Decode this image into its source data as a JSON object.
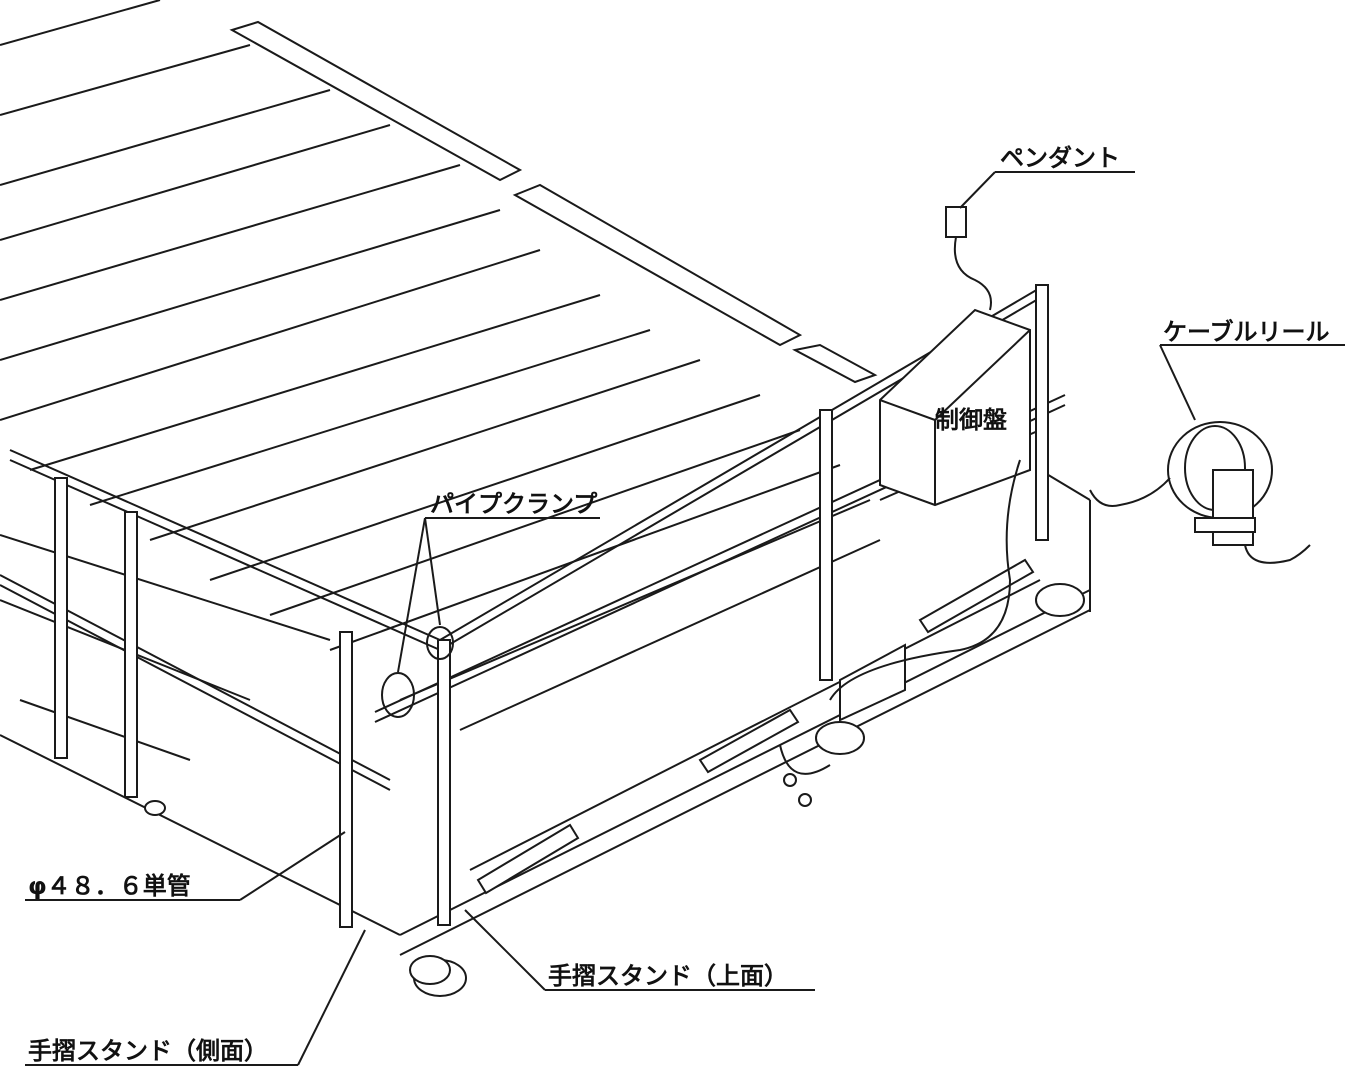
{
  "labels": {
    "pendant": "ペンダント",
    "cable_reel": "ケーブルリール",
    "control_panel": "制御盤",
    "pipe_clamp": "パイプクランプ",
    "single_pipe": "φ４８．６単管",
    "handrail_stand_top": "手摺スタンド（上面）",
    "handrail_stand_side": "手摺スタンド（側面）"
  },
  "colors": {
    "ink": "#1a1a1a",
    "paper": "#ffffff"
  }
}
